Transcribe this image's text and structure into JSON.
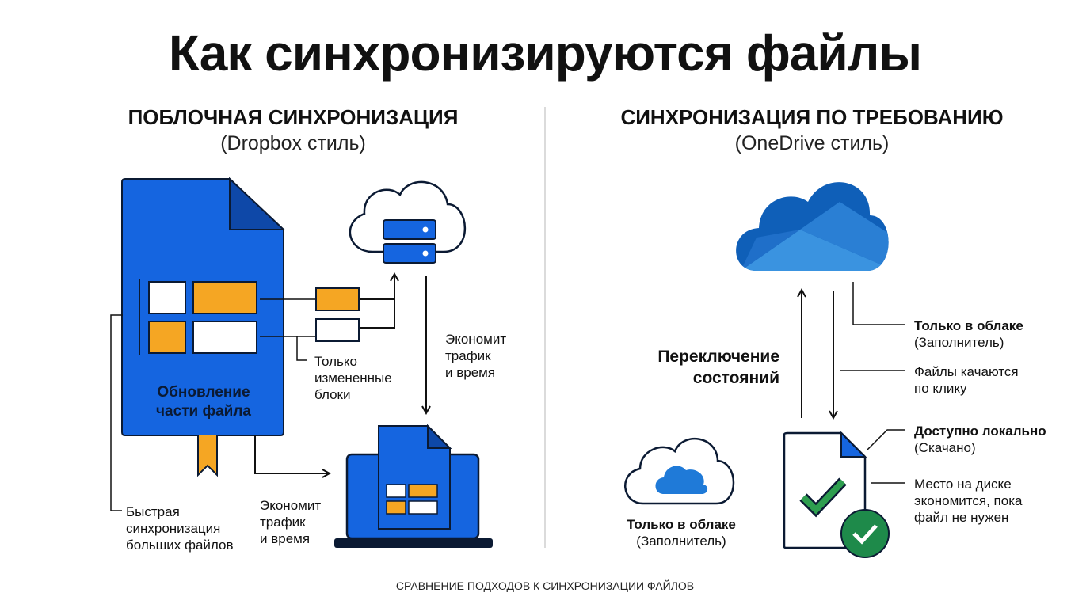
{
  "title": "Как синхронизируются файлы",
  "footer": "СРАВНЕНИЕ ПОДХОДОВ К СИНХРОНИЗАЦИИ ФАЙЛОВ",
  "left": {
    "heading": "ПОБЛОЧНАЯ СИНХРОНИЗАЦИЯ",
    "subheading": "(Dropbox стиль)",
    "file_label_line1": "Обновление",
    "file_label_line2": "части файла",
    "changed_blocks": [
      "Только",
      "измененные",
      "блоки"
    ],
    "saves_right": [
      "Экономит",
      "трафик",
      "и время"
    ],
    "saves_bottom": [
      "Экономит",
      "трафик",
      "и время"
    ],
    "fast_sync": [
      "Быстрая",
      "синхронизация",
      "больших файлов"
    ]
  },
  "right": {
    "heading": "СИНХРОНИЗАЦИЯ ПО ТРЕБОВАНИЮ",
    "subheading": "(OneDrive стиль)",
    "switch_states": [
      "Переключение",
      "состояний"
    ],
    "cloud_only_title": "Только в облаке",
    "cloud_only_sub": "(Заполнитель)",
    "download_on_click": [
      "Файлы качаются",
      "по клику"
    ],
    "local_title": "Доступно локально",
    "local_sub": "(Скачано)",
    "disk_space": [
      "Место на диске",
      "экономится, пока",
      "файл не нужен"
    ],
    "bottom_cloud_title": "Только в облаке",
    "bottom_cloud_sub": "(Заполнитель)"
  },
  "colors": {
    "blue": "#1565e0",
    "orange": "#f5a623",
    "onedrive_dark": "#0f5fb8",
    "onedrive_light": "#3a93e0",
    "green": "#1e8a4a"
  }
}
